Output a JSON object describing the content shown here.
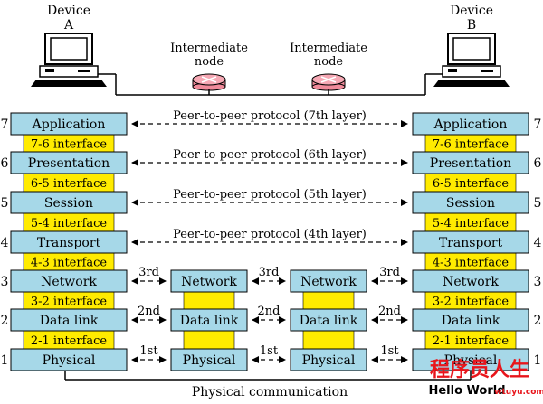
{
  "devices": [
    {
      "label_top": "Device",
      "label_bottom": "A"
    },
    {
      "label_top": "Device",
      "label_bottom": "B"
    }
  ],
  "nodes": [
    {
      "line1": "Intermediate",
      "line2": "node"
    },
    {
      "line1": "Intermediate",
      "line2": "node"
    }
  ],
  "layers": [
    {
      "number": "7",
      "name": "Application"
    },
    {
      "number": "6",
      "name": "Presentation"
    },
    {
      "number": "5",
      "name": "Session"
    },
    {
      "number": "4",
      "name": "Transport"
    },
    {
      "number": "3",
      "name": "Network"
    },
    {
      "number": "2",
      "name": "Data link"
    },
    {
      "number": "1",
      "name": "Physical"
    }
  ],
  "interfaces": [
    "7-6 interface",
    "6-5 interface",
    "5-4 interface",
    "4-3 interface",
    "3-2 interface",
    "2-1 interface"
  ],
  "peer_protocols": [
    "Peer-to-peer protocol (7th layer)",
    "Peer-to-peer protocol (6th layer)",
    "Peer-to-peer protocol (5th layer)",
    "Peer-to-peer protocol (4th layer)"
  ],
  "hop_labels": [
    "3rd",
    "2nd",
    "1st"
  ],
  "physical_communication": "Physical communication",
  "watermark": {
    "cn": "程序员人生",
    "en": "Hello World",
    "site": "wtuyu.com"
  },
  "colors": {
    "box": "#a6d8e8",
    "interface": "#ffeb00",
    "node": "#f08a9a"
  }
}
